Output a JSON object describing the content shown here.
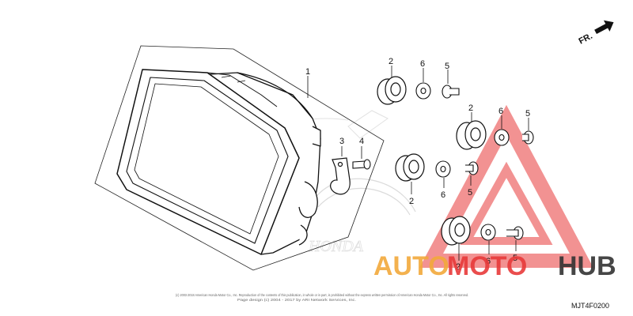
{
  "direction_label": "FR.",
  "callouts": {
    "headlight_assembly": "1",
    "grommet_a": "2",
    "grommet_b": "2",
    "grommet_c": "2",
    "grommet_d": "2",
    "collar_a": "6",
    "collar_b": "6",
    "collar_c": "6",
    "collar_d": "6",
    "bolt_a": "5",
    "bolt_b": "5",
    "bolt_c": "5",
    "bolt_d": "5",
    "clamp": "3",
    "clamp_screw": "4"
  },
  "part_code": "MJT4F0200",
  "footer": {
    "line1": "(c) 2003-2018 American Honda Motor Co., Inc. Reproduction of the contents of this publication, in whole or in part, is prohibited without the express written permission of American Honda Motor Co., Inc. All rights reserved.",
    "line2": "Page design (c) 2004 - 2017 by ARI Network Services, Inc."
  },
  "watermark": {
    "part1": "AUTO",
    "part2": "MOTO",
    "part3": "HUB",
    "colors": {
      "auto": "#f2a93b",
      "moto": "#e83a3a",
      "hub": "#333333",
      "triangle": "#e83a3a"
    }
  },
  "background_brand": "HONDA"
}
